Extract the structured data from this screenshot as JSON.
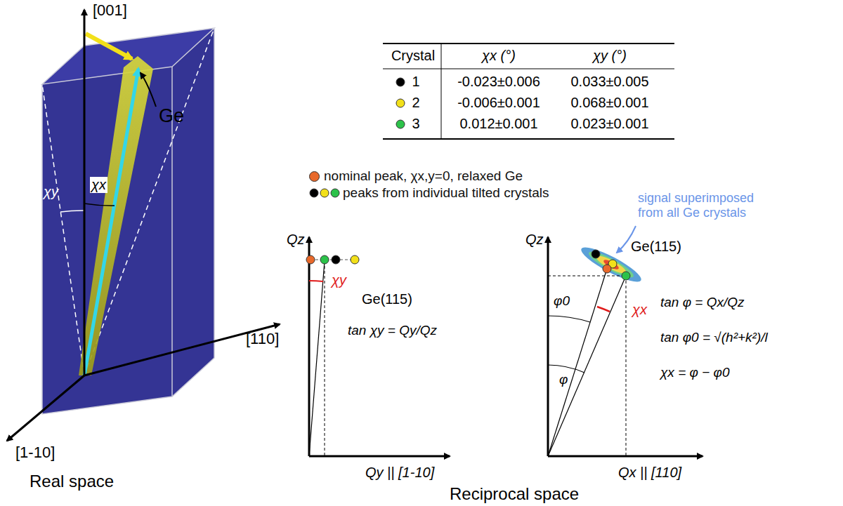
{
  "diagram": {
    "labels": [
      "[001]",
      "Ge",
      "χy",
      "χx",
      "[110]",
      "[1-10]",
      "Real space",
      "Crystal",
      "χx (°)",
      "χy (°)",
      "1",
      "-0.023±0.006",
      "0.033±0.005",
      "2",
      "-0.006±0.001",
      "0.068±0.001",
      "3",
      "0.012±0.001",
      "0.023±0.001",
      "signal superimposed from all Ge crystals",
      "Qz",
      "χy",
      "Ge(115)",
      "tan χy = Qy/Qz",
      "Qy || [1-10]",
      "Qz",
      "Ge(115)",
      "φ0",
      "φ",
      "χx",
      "tan φ = Qx/Qz",
      "tan φ0 = √(h²+k²)/l",
      "χx = φ − φ0",
      "Qx || [110]",
      "Reciprocal space"
    ],
    "legend": [
      {
        "text": "nominal peak, χx,y=0, relaxed Ge",
        "color": "#e8692b"
      },
      {
        "text": "peaks from individual tilted crystals"
      }
    ]
  }
}
